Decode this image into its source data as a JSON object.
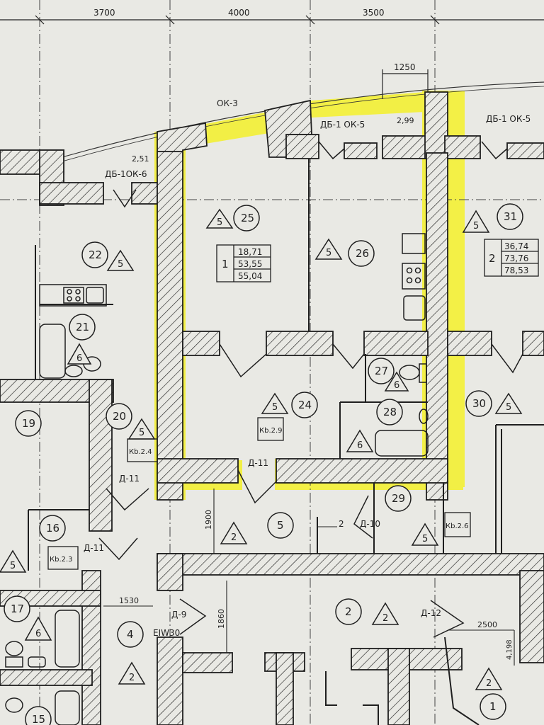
{
  "colors": {
    "paper": "#e9e9e4",
    "ink": "#1f1f1f",
    "highlight": "#f4f12a"
  },
  "dimensions": {
    "top_3700": "3700",
    "top_4000": "4000",
    "top_3500": "3500",
    "d_1250": "1250",
    "d_2_99": "2,99",
    "d_2_51": "2,51",
    "d_1900": "1900",
    "d_1530": "1530",
    "d_1860": "1860",
    "d_2500": "2500",
    "d_4198": "4,198"
  },
  "openings": {
    "ok3": "ОК-3",
    "db1_ok5_a": "ДБ-1  ОК-5",
    "db1_ok5_b": "ДБ-1  ОК-5",
    "db1_ok6": "ДБ-1ОК-6",
    "d11_a": "Д-11",
    "d11_b": "Д-11",
    "d11_c": "Д-11",
    "d10": "Д-10",
    "d9": "Д-9",
    "d12": "Д-12",
    "eiw30": "EIW30",
    "arrow_2": "2"
  },
  "rooms": {
    "r1": "1",
    "r2": "2",
    "r4": "4",
    "r5": "5",
    "r15": "15",
    "r16": "16",
    "r17": "17",
    "r19": "19",
    "r20": "20",
    "r21": "21",
    "r22": "22",
    "r24": "24",
    "r25": "25",
    "r26": "26",
    "r27": "27",
    "r28": "28",
    "r29": "29",
    "r30": "30",
    "r31": "31"
  },
  "triangles": {
    "t5": "5",
    "t6": "6",
    "t2": "2"
  },
  "apartments": {
    "a25": {
      "rooms": "1",
      "v1": "18,71",
      "v2": "53,55",
      "v3": "55,04"
    },
    "a31": {
      "rooms": "2",
      "v1": "36,74",
      "v2": "73,76",
      "v3": "78,53"
    }
  },
  "flat_tags": {
    "kv29": "Кb.2.9",
    "kv24": "Кb.2.4",
    "kv23": "Кb.2.3",
    "kv26": "Кb.2.6"
  }
}
